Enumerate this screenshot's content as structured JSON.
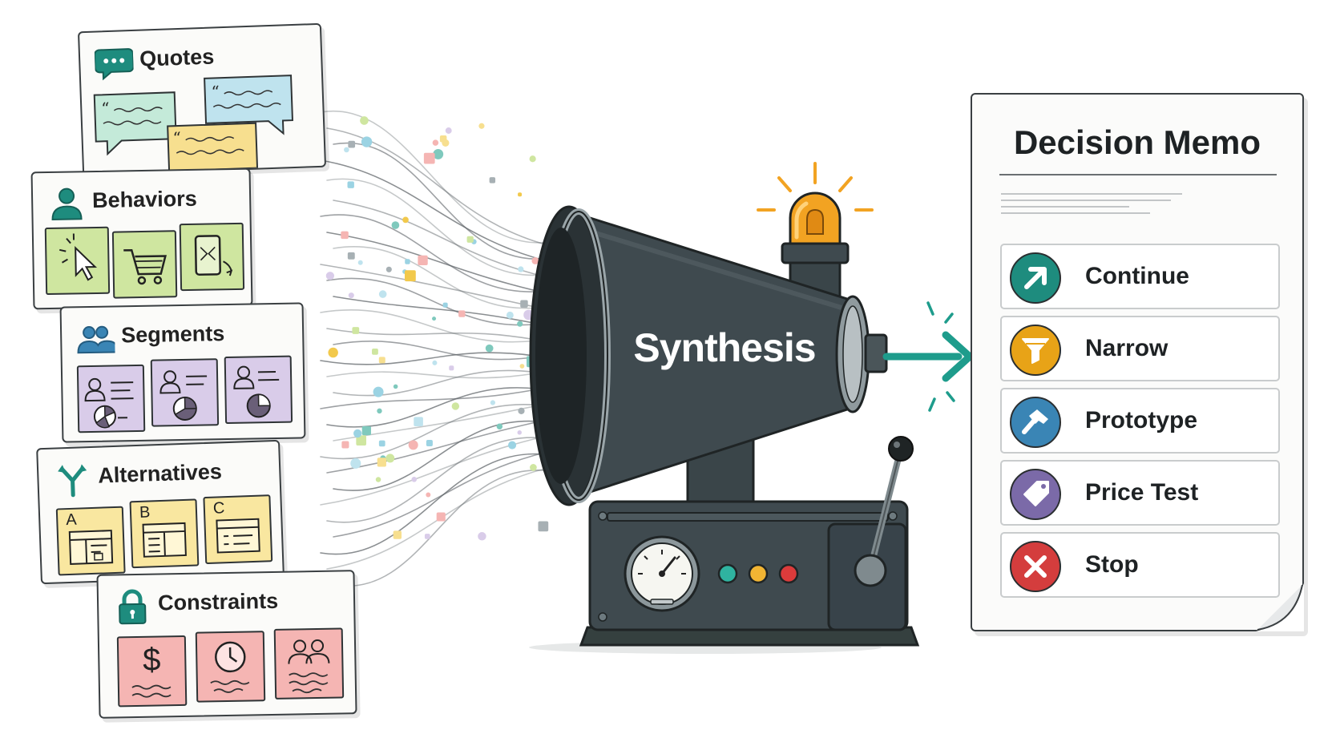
{
  "cards": [
    {
      "title": "Quotes",
      "icon": "chat-bubble-icon"
    },
    {
      "title": "Behaviors",
      "icon": "user-icon"
    },
    {
      "title": "Segments",
      "icon": "user-group-icon"
    },
    {
      "title": "Alternatives",
      "icon": "branch-icon"
    },
    {
      "title": "Constraints",
      "icon": "lock-icon"
    }
  ],
  "alternatives_letters": [
    "A",
    "B",
    "C"
  ],
  "constraint_symbols": [
    "$"
  ],
  "machine": {
    "label": "Synthesis"
  },
  "memo": {
    "title": "Decision Memo",
    "options": [
      {
        "label": "Continue",
        "color": "#1e8c7e",
        "icon": "arrow-up-right-icon"
      },
      {
        "label": "Narrow",
        "color": "#e8a317",
        "icon": "funnel-icon"
      },
      {
        "label": "Prototype",
        "color": "#3a85b5",
        "icon": "hammer-icon"
      },
      {
        "label": "Price Test",
        "color": "#7b6aa8",
        "icon": "price-tag-icon"
      },
      {
        "label": "Stop",
        "color": "#d43d3d",
        "icon": "x-icon"
      }
    ]
  },
  "colors": {
    "teal": "#1e8c7e",
    "machine": "#3f4a4f",
    "quote_blue": "#bfe3ee",
    "quote_teal": "#c4ead9",
    "quote_yellow": "#f7df8f",
    "behavior_green": "#cfe6a0",
    "segment_purple": "#d9cce9",
    "alternative_yellow": "#f9e7a0",
    "constraint_red": "#f5b5b3",
    "beacon": "#f2a322"
  }
}
